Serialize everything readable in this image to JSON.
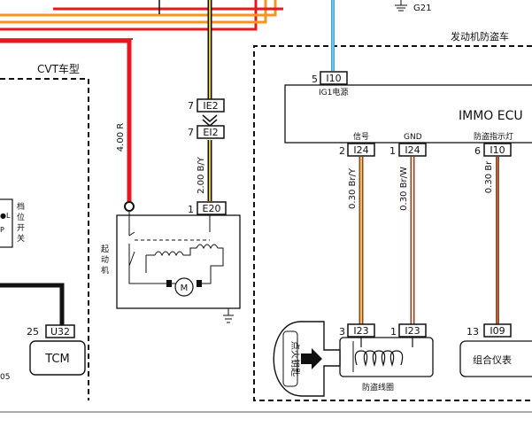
{
  "colors": {
    "red": "#e8171f",
    "orange": "#f7941d",
    "yellow": "#e3c92e",
    "blue": "#3aa6dd",
    "brown": "#8b4a2b",
    "pink": "#d79a8a",
    "black": "#111111"
  },
  "labels": {
    "g21": "G21",
    "engine_title": "发动机防盗车",
    "cvt": "CVT车型",
    "wire_red": "4.00 R",
    "wire_by": "2.00 B/Y",
    "wire_sig": "0.30 Br/Y",
    "wire_gnd": "0.30 Br/W",
    "wire_lamp": "0.30 Br",
    "ig1": "IG1电源",
    "immo": "IMMO ECU",
    "sig": "信号",
    "gnd": "GND",
    "lamp": "防盗指示灯",
    "starter": [
      "起",
      "动",
      "机"
    ],
    "gear": [
      "档",
      "位",
      "开",
      "关"
    ],
    "gear_l": "●L",
    "gear_p": "P",
    "coil": "防盗线圈",
    "key": "点火钥匙",
    "tcm": "TCM",
    "cluster": "组合仪表",
    "left_num": "05",
    "motor": "M"
  },
  "connectors": {
    "i10_top": {
      "pin": "5",
      "code": "I10"
    },
    "ie2": {
      "pin": "7",
      "code": "IE2"
    },
    "ei2": {
      "pin": "7",
      "code": "EI2"
    },
    "e20": {
      "pin": "1",
      "code": "E20"
    },
    "i24_sig": {
      "pin": "2",
      "code": "I24"
    },
    "i24_gnd": {
      "pin": "1",
      "code": "I24"
    },
    "i10_lamp": {
      "pin": "6",
      "code": "I10"
    },
    "i23_a": {
      "pin": "3",
      "code": "I23"
    },
    "i23_b": {
      "pin": "1",
      "code": "I23"
    },
    "i09": {
      "pin": "13",
      "code": "I09"
    },
    "u32": {
      "pin": "25",
      "code": "U32"
    }
  }
}
